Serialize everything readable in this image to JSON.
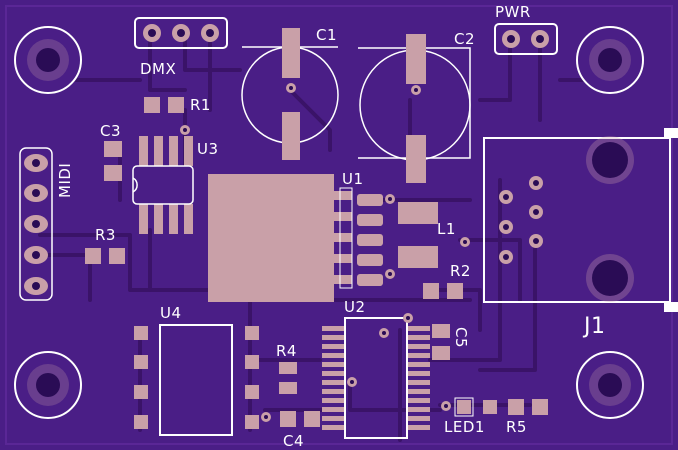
{
  "colors": {
    "board": "#4a1e86",
    "board_edge": "#5a2796",
    "trace": "#3d1670",
    "trace_edge": "#6a3aa8",
    "pad": "#c9a0a8",
    "pad_dark": "#a8848c",
    "silk": "#ffffff",
    "hole": "#2a0c55"
  },
  "labels": {
    "dmx": "DMX",
    "pwr": "PWR",
    "c1": "C1",
    "c2": "C2",
    "r1": "R1",
    "c3": "C3",
    "u3": "U3",
    "midi": "MIDI",
    "u1": "U1",
    "l1": "L1",
    "r2": "R2",
    "r3": "R3",
    "j1": "J1",
    "u4": "U4",
    "u2": "U2",
    "r4": "R4",
    "c5": "C5",
    "c4": "C4",
    "led1": "LED1",
    "r5": "R5"
  }
}
